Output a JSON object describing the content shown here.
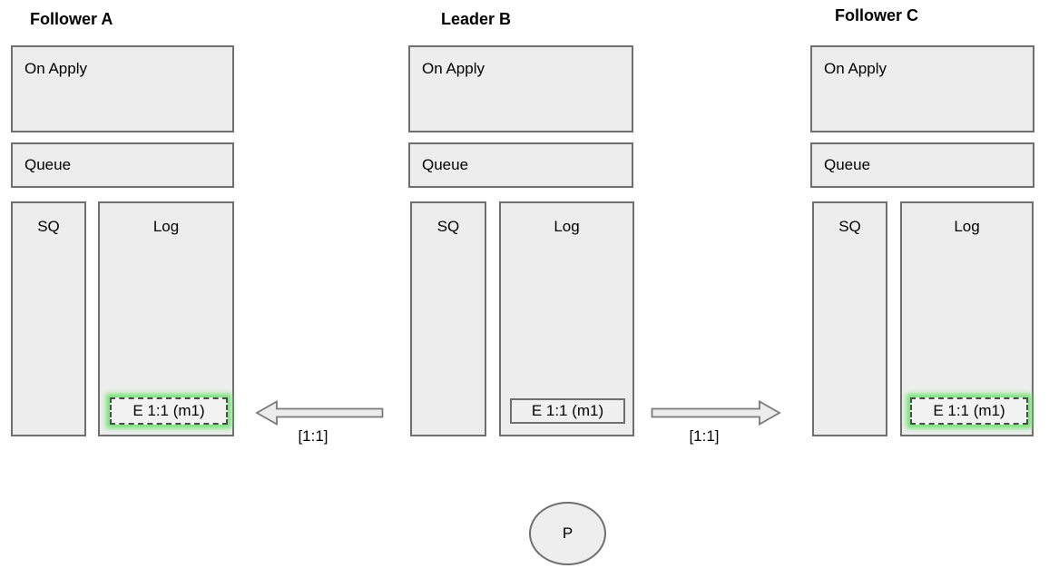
{
  "nodes": [
    {
      "id": "follower-a",
      "title": "Follower A",
      "on_apply_label": "On Apply",
      "queue_label": "Queue",
      "sq_label": "SQ",
      "log_label": "Log",
      "log_entries": [
        {
          "label": "E 1:1 (m1)",
          "highlighted": true
        }
      ]
    },
    {
      "id": "leader-b",
      "title": "Leader B",
      "on_apply_label": "On Apply",
      "queue_label": "Queue",
      "sq_label": "SQ",
      "log_label": "Log",
      "log_entries": [
        {
          "label": "E 1:1 (m1)",
          "highlighted": false
        }
      ]
    },
    {
      "id": "follower-c",
      "title": "Follower C",
      "on_apply_label": "On Apply",
      "queue_label": "Queue",
      "sq_label": "SQ",
      "log_label": "Log",
      "log_entries": [
        {
          "label": "E 1:1 (m1)",
          "highlighted": true
        }
      ]
    }
  ],
  "arrows": [
    {
      "id": "leader-to-follower-a",
      "direction": "left",
      "label": "[1:1]"
    },
    {
      "id": "leader-to-follower-c",
      "direction": "right",
      "label": "[1:1]"
    }
  ],
  "proposer": {
    "label": "P"
  },
  "colors": {
    "background": "#ffffff",
    "box_fill": "#ededed",
    "box_border": "#6f6f6f",
    "entry_dashed_border": "#4c4c4c",
    "highlight_glow": "#69e469",
    "text": "#000000"
  }
}
